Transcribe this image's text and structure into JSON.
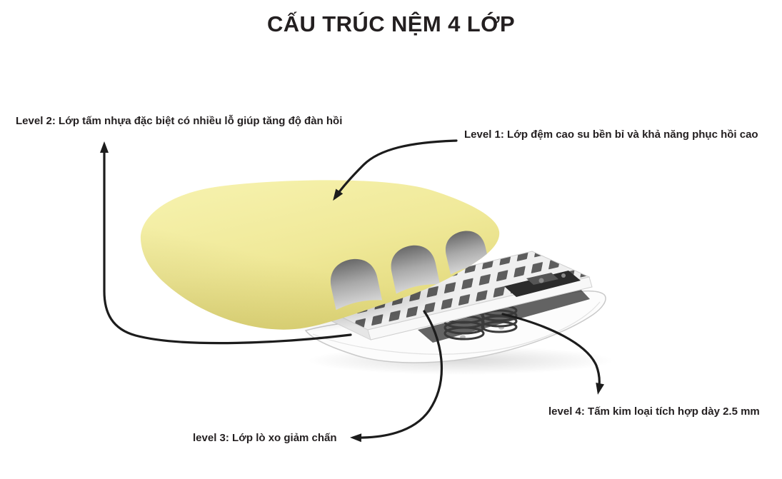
{
  "title": "CẤU TRÚC NỆM 4 LỚP",
  "labels": {
    "level2": "Level 2: Lớp tấm nhựa đặc biệt có nhiều lỗ giúp tăng độ đàn hồi",
    "level1": "Level 1: Lớp đệm cao su bền bỉ và khả năng phục hồi cao",
    "level3": "level 3: Lớp lò xo giảm chấn",
    "level4": "level 4: Tấm kim loại tích hợp dày 2.5 mm"
  },
  "diagram": {
    "type": "exploded-cutaway",
    "layers": [
      {
        "level": "Level 1",
        "part": "foam-rubber-cushion",
        "color": "#f0e999"
      },
      {
        "level": "Level 2",
        "part": "perforated-plastic-plate",
        "color": "#f2f2f2"
      },
      {
        "level": "level 3",
        "part": "shock-absorbing-springs",
        "color": "#3a3a3a"
      },
      {
        "level": "level 4",
        "part": "metal-base-plate",
        "color": "#fcfcfc"
      }
    ],
    "arrow_color": "#1c1c1c",
    "text_color": "#231f20",
    "background": "#ffffff"
  }
}
